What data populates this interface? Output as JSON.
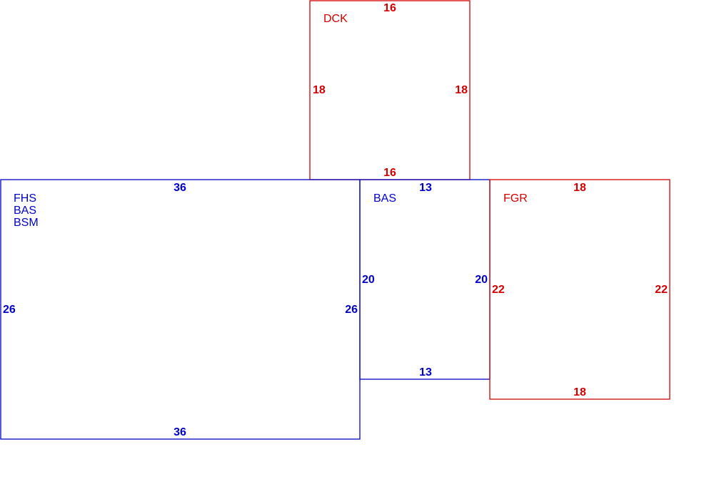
{
  "colors": {
    "red": "#d40000",
    "blue": "#0000c8"
  },
  "rooms": {
    "dck": {
      "color": "red",
      "labels": [
        "DCK"
      ],
      "dims": {
        "top": "16",
        "bottom": "16",
        "left": "18",
        "right": "18"
      }
    },
    "fhs": {
      "color": "blue",
      "labels": [
        "FHS",
        "BAS",
        "BSM"
      ],
      "dims": {
        "top": "36",
        "bottom": "36",
        "left": "26",
        "right": "26"
      }
    },
    "bas": {
      "color": "blue",
      "labels": [
        "BAS"
      ],
      "dims": {
        "top": "13",
        "bottom": "13",
        "left": "20",
        "right": "20"
      }
    },
    "fgr": {
      "color": "red",
      "labels": [
        "FGR"
      ],
      "dims": {
        "top": "18",
        "bottom": "18",
        "left": "22",
        "right": "22"
      }
    }
  }
}
